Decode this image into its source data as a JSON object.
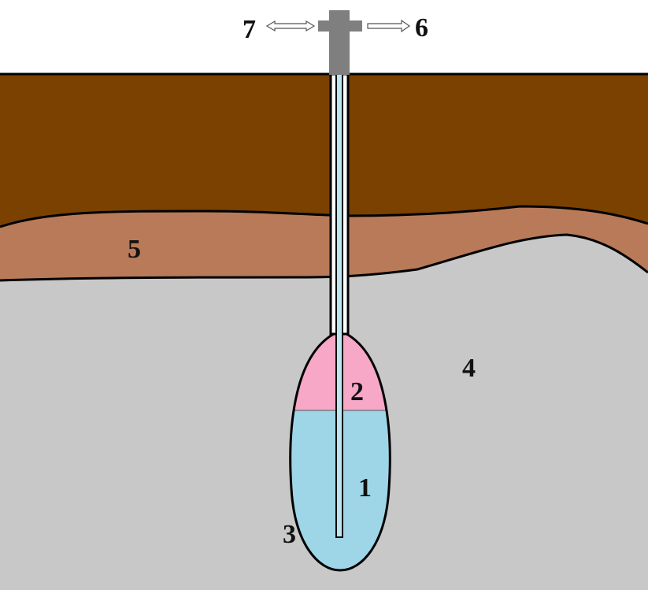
{
  "labels": {
    "brine": "1",
    "gas_cap": "2",
    "cavern_wall": "3",
    "salt_rock": "4",
    "interlayer": "5",
    "outlet": "6",
    "inlet_outlet": "7"
  },
  "colors": {
    "background": "#ffffff",
    "overburden": "#7a4100",
    "interlayer": "#b87a58",
    "salt_rock": "#c8c8c8",
    "gas_cap": "#f6a8c6",
    "brine": "#9ed6e8",
    "wellhead": "#7f7f7f",
    "tubing_inner": "#bfe5ee",
    "outline": "#000000",
    "arrow_fill": "#ffffff"
  },
  "icons": {
    "wellhead": "cross-wellhead-icon",
    "arrow_left": "double-arrow-icon",
    "arrow_right": "right-arrow-icon"
  }
}
